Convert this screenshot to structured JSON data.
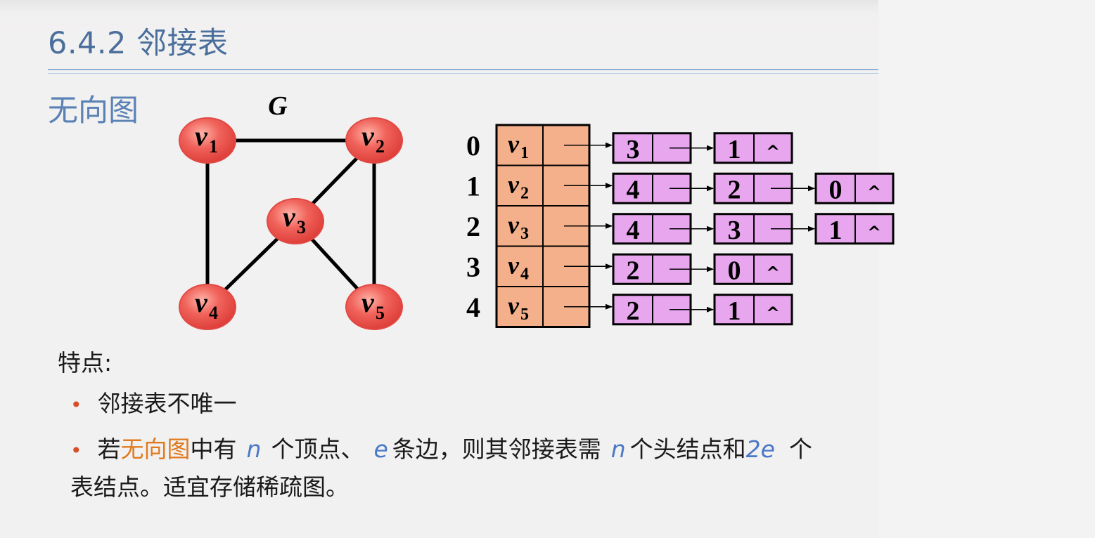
{
  "title": "6.4.2 邻接表",
  "subtitle": "无向图",
  "graph": {
    "label": "G",
    "vertices": [
      {
        "id": "v1",
        "base": "v",
        "sub": "1"
      },
      {
        "id": "v2",
        "base": "v",
        "sub": "2"
      },
      {
        "id": "v3",
        "base": "v",
        "sub": "3"
      },
      {
        "id": "v4",
        "base": "v",
        "sub": "4"
      },
      {
        "id": "v5",
        "base": "v",
        "sub": "5"
      }
    ],
    "edges": [
      [
        "v1",
        "v2"
      ],
      [
        "v1",
        "v4"
      ],
      [
        "v2",
        "v3"
      ],
      [
        "v2",
        "v5"
      ],
      [
        "v3",
        "v4"
      ],
      [
        "v3",
        "v5"
      ]
    ],
    "vertex_fill": "#e8433f"
  },
  "adjacency_list": {
    "rows": [
      {
        "index": "0",
        "vertex_base": "v",
        "vertex_sub": "1",
        "nodes": [
          "3",
          "1"
        ]
      },
      {
        "index": "1",
        "vertex_base": "v",
        "vertex_sub": "2",
        "nodes": [
          "4",
          "2",
          "0"
        ]
      },
      {
        "index": "2",
        "vertex_base": "v",
        "vertex_sub": "3",
        "nodes": [
          "4",
          "3",
          "1"
        ]
      },
      {
        "index": "3",
        "vertex_base": "v",
        "vertex_sub": "4",
        "nodes": [
          "2",
          "0"
        ]
      },
      {
        "index": "4",
        "vertex_base": "v",
        "vertex_sub": "5",
        "nodes": [
          "2",
          "1"
        ]
      }
    ],
    "null_symbol": "^",
    "head_fill": "#f3b08a",
    "node_fill": "#e8a6ee"
  },
  "features": {
    "heading": "特点:",
    "bullet1": "邻接表不唯一",
    "bullet2": {
      "t1": "若",
      "t2": "无向图",
      "t3": "中有",
      "v1": "n",
      "t4": "个顶点、",
      "v2": "e",
      "t5": "条边，则其邻接表需",
      "v3": "n",
      "t6": "个头结点和",
      "v4": "2e",
      "t7": "个",
      "t8": "表结点。适宜存储稀疏图。"
    }
  }
}
